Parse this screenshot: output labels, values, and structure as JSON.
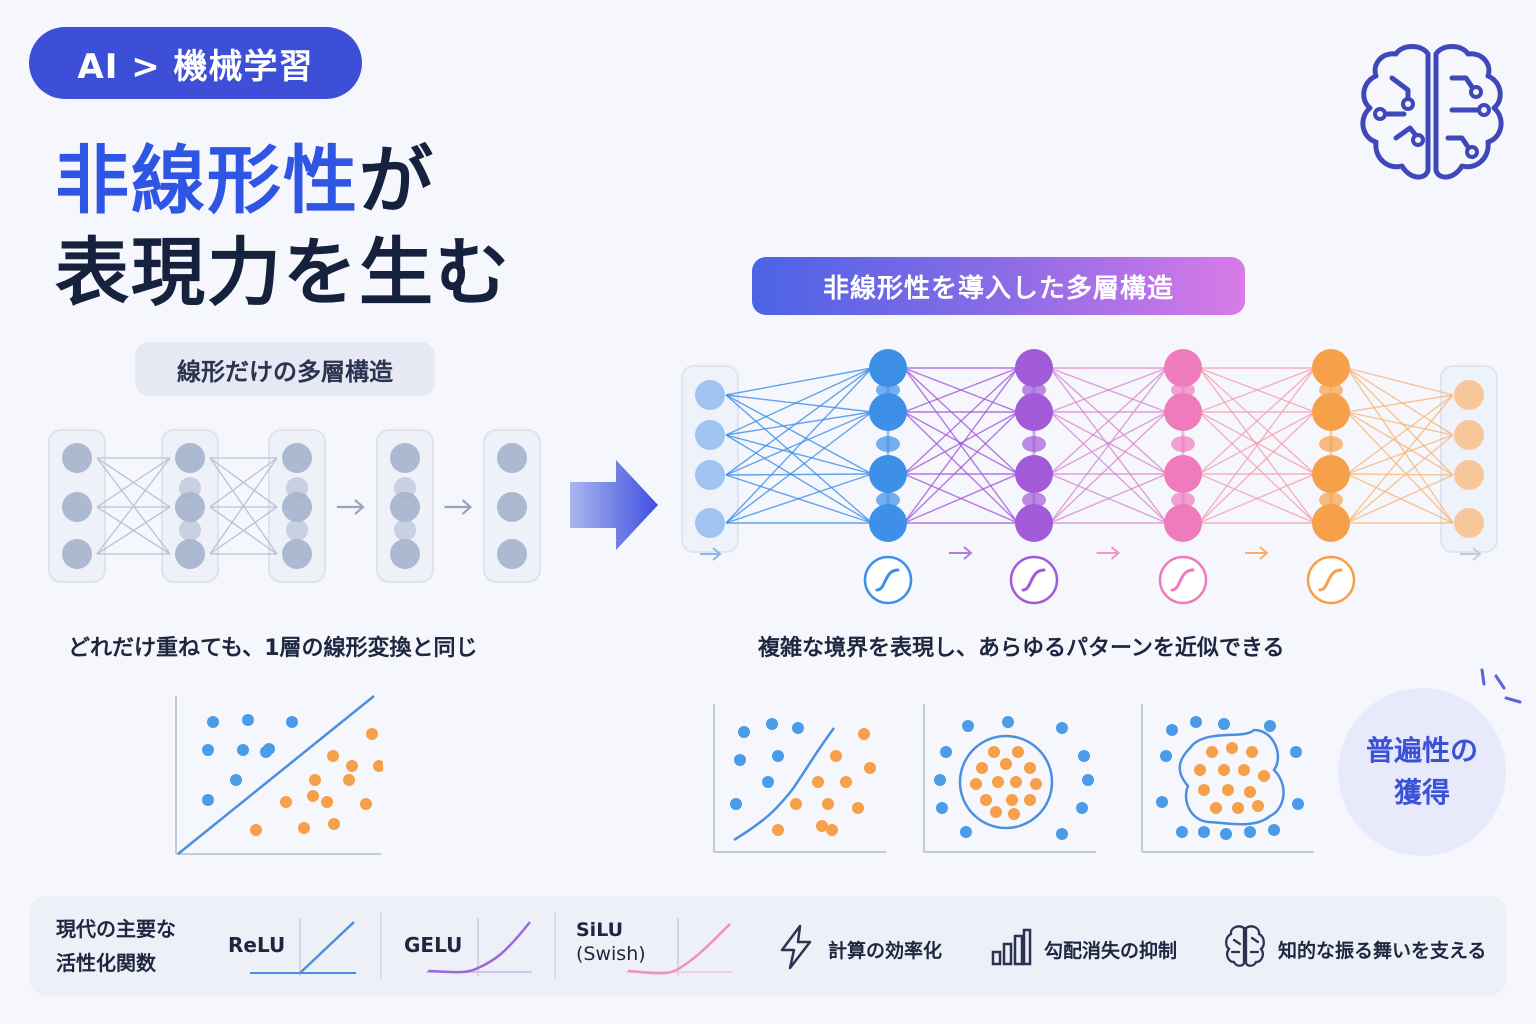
{
  "breadcrumb": "AI > 機械学習",
  "title": {
    "accent": "非線形性",
    "line1_rest": "が",
    "line2": "表現力を生む"
  },
  "left": {
    "pill": "線形だけの多層構造",
    "caption": "どれだけ重ねても、1層の線形変換と同じ"
  },
  "right": {
    "pill": "非線形性を導入した多層構造",
    "caption": "複雑な境界を表現し、あらゆるパターンを近似できる"
  },
  "universal": {
    "line1": "普遍性の",
    "line2": "獲得"
  },
  "colors": {
    "accent": "#2f55e4",
    "blue": "#3d8fe8",
    "purple": "#a35ad8",
    "pink": "#ef7bbd",
    "orange": "#f6a04a",
    "gray_node": "#a9b4cf"
  },
  "bottom": {
    "label_line1": "現代の主要な",
    "label_line2": "活性化関数",
    "activations": [
      {
        "name": "ReLU",
        "color": "#4a8fe0"
      },
      {
        "name": "GELU",
        "color": "#9b6ad8"
      },
      {
        "name": "SiLU",
        "name2": "(Swish)",
        "color": "#ee8fc4"
      }
    ],
    "features": [
      {
        "icon": "lightning-icon",
        "label": "計算の効率化"
      },
      {
        "icon": "bar-chart-icon",
        "label": "勾配消失の抑制"
      },
      {
        "icon": "brain-icon",
        "label": "知的な振る舞いを支える"
      }
    ]
  }
}
